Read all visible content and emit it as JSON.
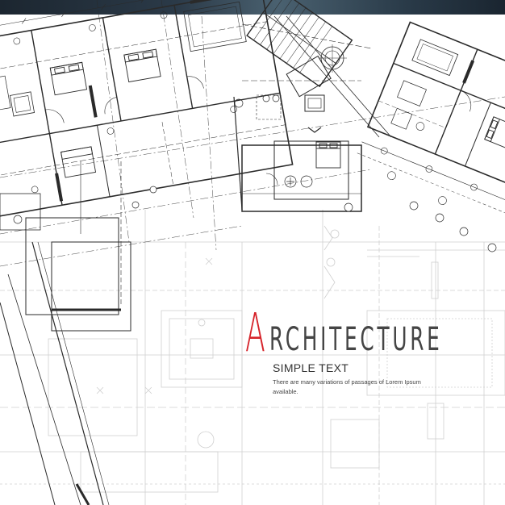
{
  "title": {
    "initial": "A",
    "rest": "RCHITECTURE"
  },
  "subtitle": "SIMPLE TEXT",
  "description": "There are many variations of passages of Lorem Ipsum available.",
  "colors": {
    "accent": "#d6242b",
    "ink": "#2a2a2a",
    "faint": "#c4c4c4",
    "band": "#2b3a48"
  },
  "icons": [
    "floor-plan-drawing",
    "bed-symbol",
    "stair-symbol",
    "north-arrow-symbol"
  ]
}
